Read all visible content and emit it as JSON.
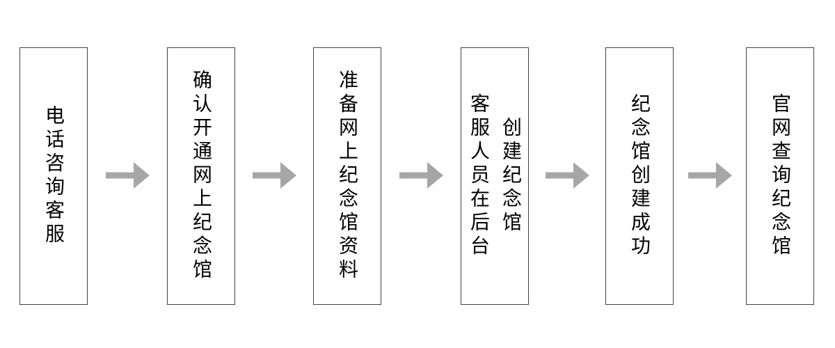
{
  "diagram": {
    "type": "flowchart",
    "direction": "left-to-right",
    "background_color": "#ffffff",
    "box_border_color": "#404040",
    "text_color": "#000000",
    "arrow_color": "#a6a6a6",
    "steps": [
      {
        "label": "电话咨询客服",
        "lines": [
          "电话咨询客服"
        ]
      },
      {
        "label": "确认开通网上纪念馆",
        "lines": [
          "确认开通网上纪念馆"
        ]
      },
      {
        "label": "准备网上纪念馆资料",
        "lines": [
          "准备网上纪念馆资料"
        ]
      },
      {
        "label": "客服人员在后台创建纪念馆",
        "lines": [
          "客服人员在后台",
          "创建纪念馆"
        ]
      },
      {
        "label": "纪念馆创建成功",
        "lines": [
          "纪念馆创建成功"
        ]
      },
      {
        "label": "官网查询纪念馆",
        "lines": [
          "官网查询纪念馆"
        ]
      }
    ]
  }
}
